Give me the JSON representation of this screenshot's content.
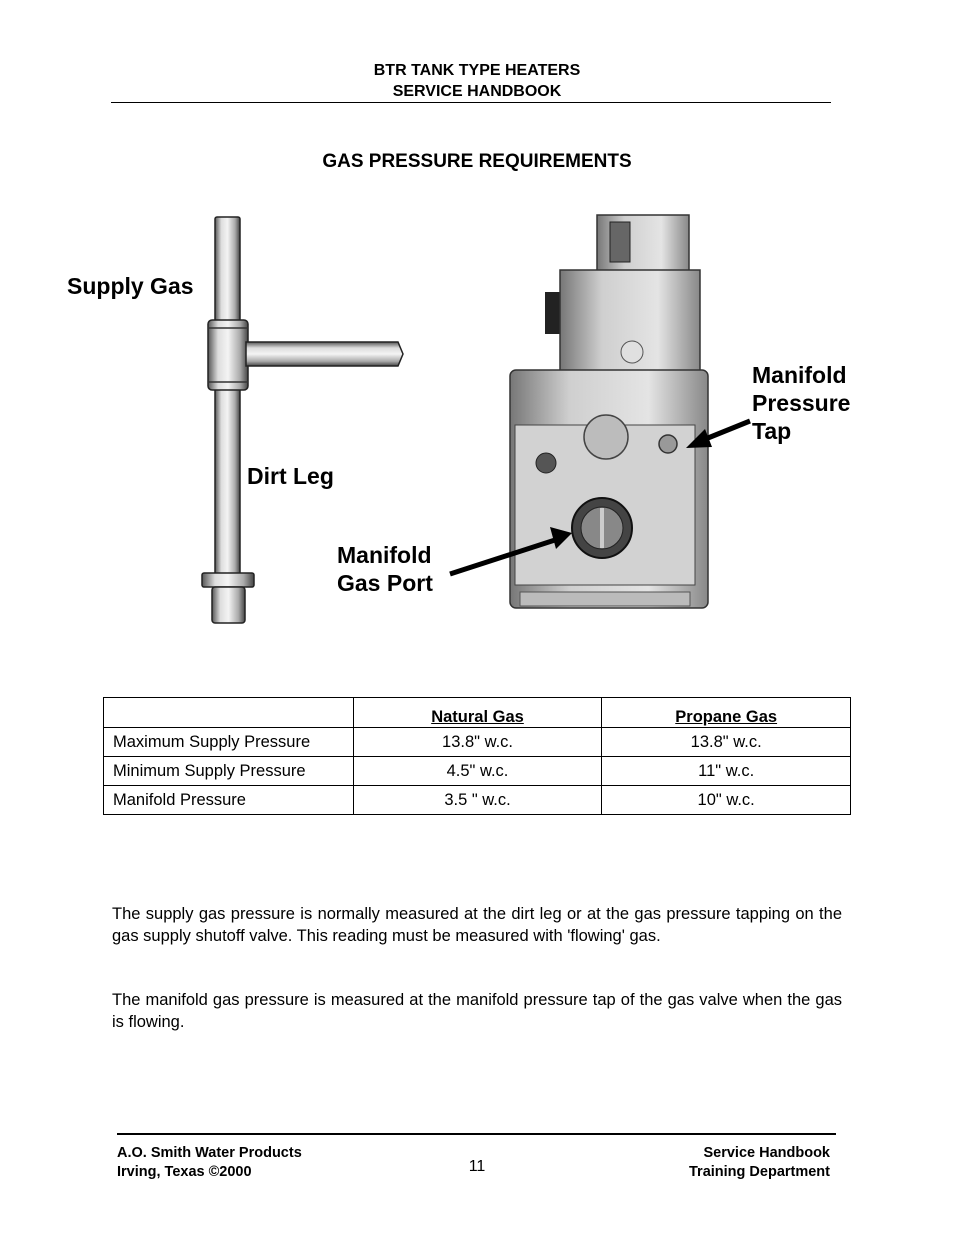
{
  "header": {
    "line1": "BTR TANK TYPE HEATERS",
    "line2": "SERVICE HANDBOOK"
  },
  "section_title": "GAS PRESSURE REQUIREMENTS",
  "figure": {
    "label_supply_gas": "Supply Gas",
    "label_dirt_leg": "Dirt Leg",
    "label_manifold_gas_port_1": "Manifold",
    "label_manifold_gas_port_2": "Gas Port",
    "label_manifold_pressure_tap_1": "Manifold",
    "label_manifold_pressure_tap_2": "Pressure",
    "label_manifold_pressure_tap_3": "Tap"
  },
  "table": {
    "headers": [
      "",
      "Natural Gas",
      "Propane Gas"
    ],
    "rows": [
      [
        "Maximum Supply Pressure",
        "13.8\" w.c.",
        "13.8\" w.c."
      ],
      [
        "Minimum Supply Pressure",
        "4.5\" w.c.",
        "11\" w.c."
      ],
      [
        "Manifold Pressure",
        "3.5 \" w.c.",
        "10\" w.c."
      ]
    ]
  },
  "paragraphs": [
    "The supply gas pressure is normally measured at the dirt leg or at the gas pressure tapping on the gas supply shutoff valve.  This reading must be measured with 'flowing' gas.",
    "The manifold gas pressure is measured at the manifold pressure tap of the gas valve when the gas is flowing."
  ],
  "footer": {
    "left_line1": "A.O. Smith Water Products",
    "left_line2": "Irving, Texas ©2000",
    "page_number": "11",
    "right_line1": "Service Handbook",
    "right_line2": "Training Department"
  }
}
